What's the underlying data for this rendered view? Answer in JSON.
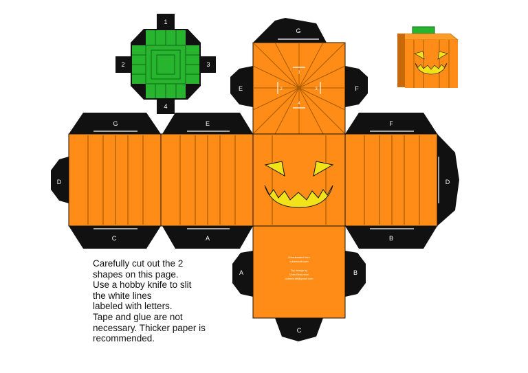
{
  "cap": {
    "tabs": [
      "1",
      "2",
      "3",
      "4"
    ],
    "colors": {
      "dark_green": "#007f1a",
      "green": "#29b42f",
      "tab": "#111111"
    }
  },
  "body": {
    "top_face_tabs": {
      "top": "G",
      "left": "E",
      "right": "F"
    },
    "top_face_marks": [
      "1",
      "2",
      "3",
      "4"
    ],
    "side_tabs": {
      "left_face_top": "G",
      "left2_face_top": "E",
      "right_face_top": "F",
      "left_face_left": "D",
      "right_face_right": "D",
      "left_face_bottom": "C",
      "left2_face_bottom": "A",
      "right_face_bottom": "B"
    },
    "bottom_face_tabs": {
      "left": "A",
      "right": "B",
      "bottom": "C"
    },
    "credit_lines": [
      "Downloaded from",
      "cubeecraft.com",
      "",
      "Toy design by",
      "Chris Beaumont",
      "cubeecraft@gmail.com"
    ],
    "colors": {
      "orange": "#ff8c16",
      "line": "#a65a00",
      "tab": "#111111",
      "face_eyes": "#f2e21a"
    }
  },
  "instructions": [
    "Carefully cut out the 2",
    "shapes on this page.",
    "Use a hobby knife to slit",
    "the white lines",
    "labeled with letters.",
    "Tape and glue are not",
    "necessary.  Thicker paper is",
    "recommended."
  ]
}
